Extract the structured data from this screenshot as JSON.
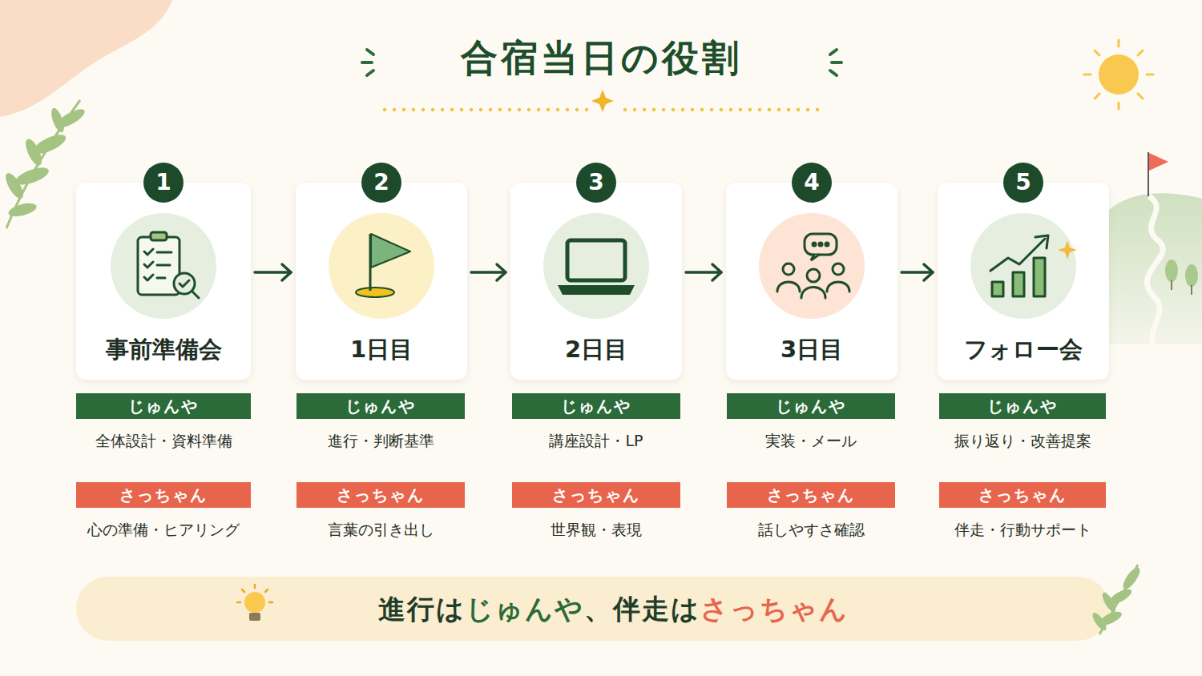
{
  "diagram": {
    "title": "合宿当日の役割",
    "nodes": [
      {
        "text": [
          "1",
          "事前準備会"
        ]
      },
      {
        "text": [
          "2",
          "1日目"
        ]
      },
      {
        "text": [
          "3",
          "2日目"
        ]
      },
      {
        "text": [
          "4",
          "3日目"
        ]
      },
      {
        "text": [
          "5",
          "フォロー会"
        ]
      },
      {
        "text": [
          "じゅんや",
          "全体設計・資料準備"
        ]
      },
      {
        "text": [
          "じゅんや",
          "進行・判断基準"
        ]
      },
      {
        "text": [
          "じゅんや",
          "講座設計・LP"
        ]
      },
      {
        "text": [
          "じゅんや",
          "実装・メール"
        ]
      },
      {
        "text": [
          "じゅんや",
          "振り返り・改善提案"
        ]
      },
      {
        "text": [
          "さっちゃん",
          "心の準備・ヒアリング"
        ]
      },
      {
        "text": [
          "さっちゃん",
          "言葉の引き出し"
        ]
      },
      {
        "text": [
          "さっちゃん",
          "世界観・表現"
        ]
      },
      {
        "text": [
          "さっちゃん",
          "話しやすさ確認"
        ]
      },
      {
        "text": [
          "さっちゃん",
          "伴走・行動サポート"
        ]
      },
      {
        "text": [
          "進行は",
          "じゅんや",
          "、伴走は",
          "さっちゃん"
        ]
      }
    ],
    "edges": [
      {
        "from": 0,
        "to": 1,
        "arrow": "to"
      },
      {
        "from": 1,
        "to": 2,
        "arrow": "to"
      },
      {
        "from": 2,
        "to": 3,
        "arrow": "to"
      },
      {
        "from": 3,
        "to": 4,
        "arrow": "to"
      }
    ]
  }
}
